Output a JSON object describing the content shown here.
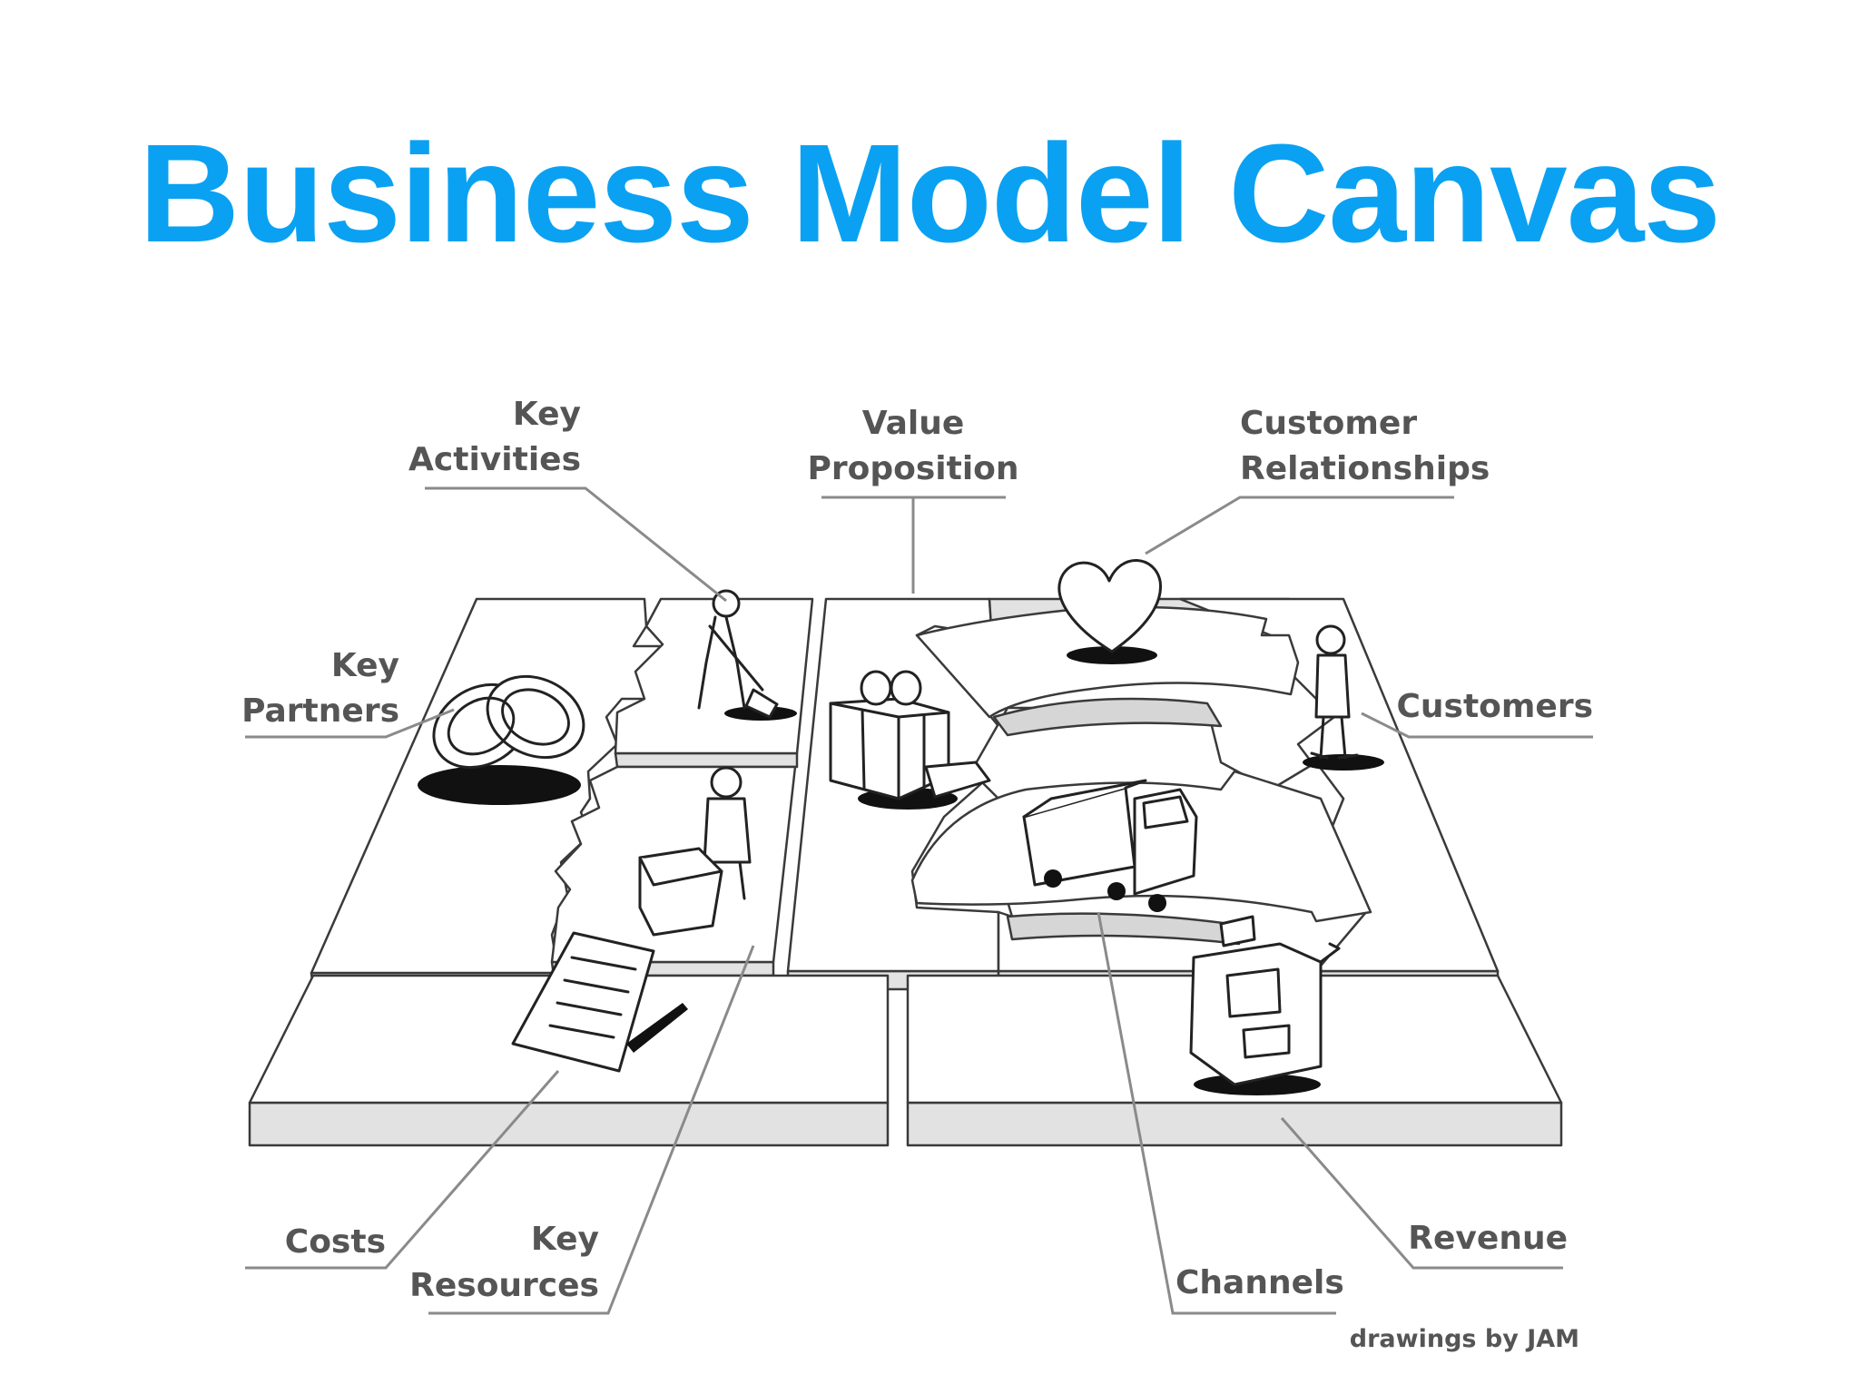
{
  "title": "Business Model Canvas",
  "colors": {
    "title": "#0aa1f2",
    "label_text": "#555555",
    "leader_line": "#8a8a8a",
    "drawing_ink": "#222222"
  },
  "labels": {
    "key_activities": [
      "Key",
      "Activities"
    ],
    "value_proposition": [
      "Value",
      "Proposition"
    ],
    "customer_relationships": [
      "Customer",
      "Relationships"
    ],
    "key_partners": [
      "Key",
      "Partners"
    ],
    "customers": "Customers",
    "costs": "Costs",
    "key_resources": [
      "Key",
      "Resources"
    ],
    "channels": "Channels",
    "revenue": "Revenue"
  },
  "credit": "drawings by JAM",
  "icons": {
    "key_partners": "interlocked-rings-icon",
    "key_activities": "person-digging-icon",
    "key_resources": "person-with-machine-icon",
    "value_proposition": "gift-box-icon",
    "customer_relationships": "heart-icon",
    "customers": "standing-person-icon",
    "channels": "delivery-truck-icon",
    "revenue": "cash-register-icon",
    "costs": "bill-document-icon"
  }
}
